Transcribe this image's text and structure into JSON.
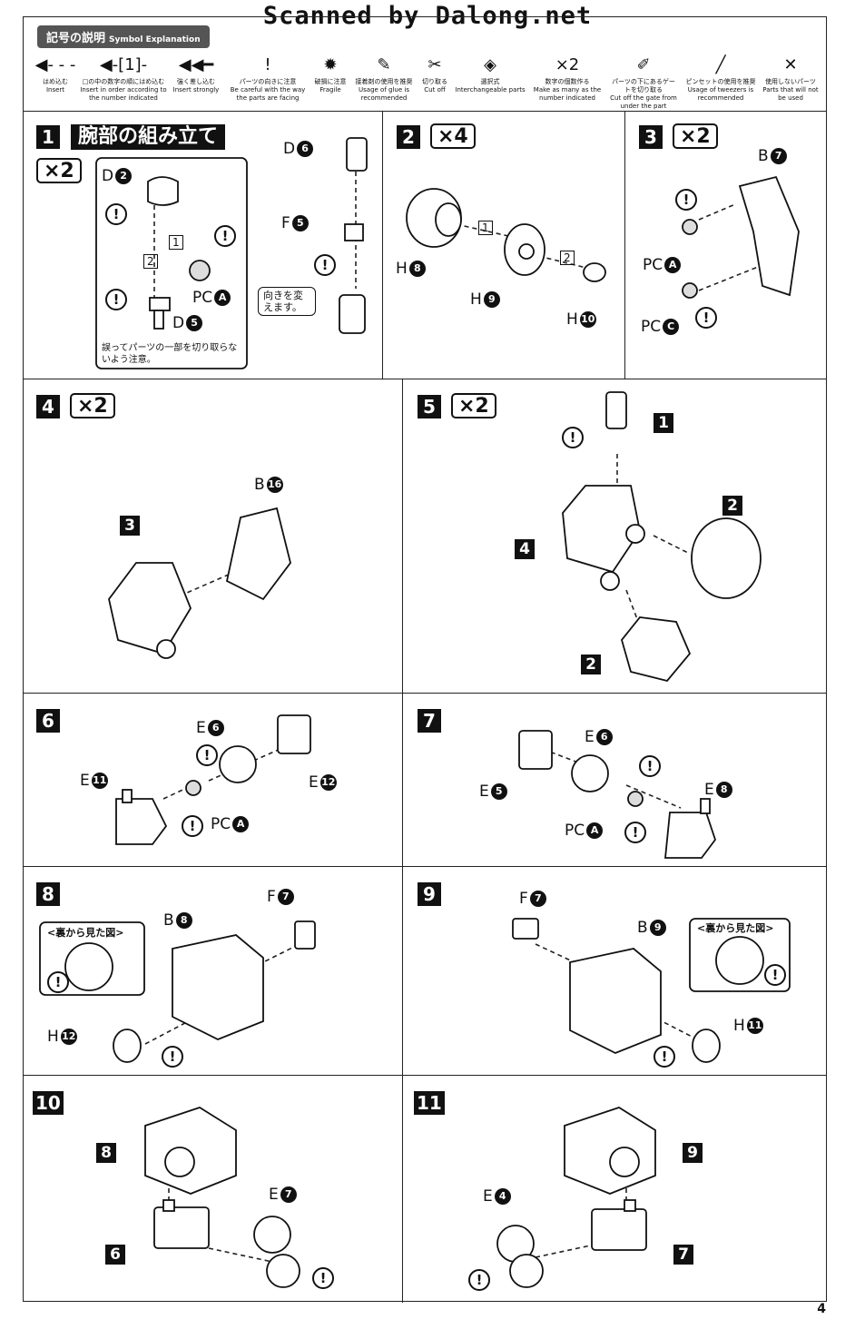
{
  "watermark": "Scanned by Dalong.net",
  "legend": {
    "title_jp": "記号の説明",
    "title_en": "Symbol Explanation",
    "symbols": [
      {
        "icon": "arrow-dashed-icon",
        "jp": "はめ込む",
        "en": "Insert"
      },
      {
        "icon": "arrow-numbered-icon",
        "jp": "□の中の数字の順にはめ込む",
        "en": "Insert in order according to the number indicated"
      },
      {
        "icon": "arrow-strong-icon",
        "jp": "強く差し込む",
        "en": "Insert strongly"
      },
      {
        "icon": "exclamation-icon",
        "jp": "パーツの向きに注意",
        "en": "Be careful with the way the parts are facing"
      },
      {
        "icon": "fragile-icon",
        "jp": "破損に注意",
        "en": "Fragile"
      },
      {
        "icon": "glue-icon",
        "jp": "接着剤の使用を推奨",
        "en": "Usage of glue is recommended"
      },
      {
        "icon": "cut-icon",
        "jp": "切り取る",
        "en": "Cut off"
      },
      {
        "icon": "interchange-icon",
        "jp": "選択式",
        "en": "Interchangeable parts"
      },
      {
        "icon": "multiply-icon",
        "jp": "数字の個数作る",
        "en": "Make as many as the number indicated"
      },
      {
        "icon": "gate-cut-icon",
        "jp": "パーツの下にあるゲートを切り取る",
        "en": "Cut off the gate from under the part"
      },
      {
        "icon": "tweezers-icon",
        "jp": "ピンセットの使用を推奨",
        "en": "Usage of tweezers is recommended"
      },
      {
        "icon": "unused-icon",
        "jp": "使用しないパーツ",
        "en": "Parts that will not be used"
      }
    ],
    "multiply_label": "×2",
    "numbered_label": "1"
  },
  "steps": {
    "s1": {
      "num": "1",
      "title": "腕部の組み立て",
      "mult": "×2",
      "labels": {
        "d2": "D",
        "d2n": "2",
        "d5": "D",
        "d5n": "5",
        "d6": "D",
        "d6n": "6",
        "f5": "F",
        "f5n": "5",
        "pca": "PC",
        "pcan": "A"
      },
      "seq1": "1",
      "seq2": "2",
      "note": "誤ってパーツの一部を切り取らないよう注意。",
      "callout": "向きを変えます。"
    },
    "s2": {
      "num": "2",
      "mult": "×4",
      "labels": {
        "h8": "H",
        "h8n": "8",
        "h9": "H",
        "h9n": "9",
        "h10": "H",
        "h10n": "10"
      },
      "seq1": "1",
      "seq2": "2"
    },
    "s3": {
      "num": "3",
      "mult": "×2",
      "labels": {
        "b7": "B",
        "b7n": "7",
        "pca": "PC",
        "pcan": "A",
        "pcc": "PC",
        "pccn": "C"
      }
    },
    "s4": {
      "num": "4",
      "mult": "×2",
      "labels": {
        "b16": "B",
        "b16n": "16"
      },
      "ref": "3"
    },
    "s5": {
      "num": "5",
      "mult": "×2",
      "refs": [
        "1",
        "4",
        "2",
        "2"
      ]
    },
    "s6": {
      "num": "6",
      "labels": {
        "e6": "E",
        "e6n": "6",
        "e11": "E",
        "e11n": "11",
        "e12": "E",
        "e12n": "12",
        "pca": "PC",
        "pcan": "A"
      }
    },
    "s7": {
      "num": "7",
      "labels": {
        "e6": "E",
        "e6n": "6",
        "e5": "E",
        "e5n": "5",
        "e8": "E",
        "e8n": "8",
        "pca": "PC",
        "pcan": "A"
      }
    },
    "s8": {
      "num": "8",
      "view": "<裏から見た図>",
      "labels": {
        "b8": "B",
        "b8n": "8",
        "f7": "F",
        "f7n": "7",
        "h12": "H",
        "h12n": "12"
      }
    },
    "s9": {
      "num": "9",
      "view": "<裏から見た図>",
      "labels": {
        "b9": "B",
        "b9n": "9",
        "f7": "F",
        "f7n": "7",
        "h11": "H",
        "h11n": "11"
      }
    },
    "s10": {
      "num": "10",
      "refs": [
        "8",
        "6"
      ],
      "labels": {
        "e7": "E",
        "e7n": "7"
      }
    },
    "s11": {
      "num": "11",
      "refs": [
        "9",
        "7"
      ],
      "labels": {
        "e4": "E",
        "e4n": "4"
      }
    }
  },
  "exclaim": "!",
  "page_number": "4"
}
